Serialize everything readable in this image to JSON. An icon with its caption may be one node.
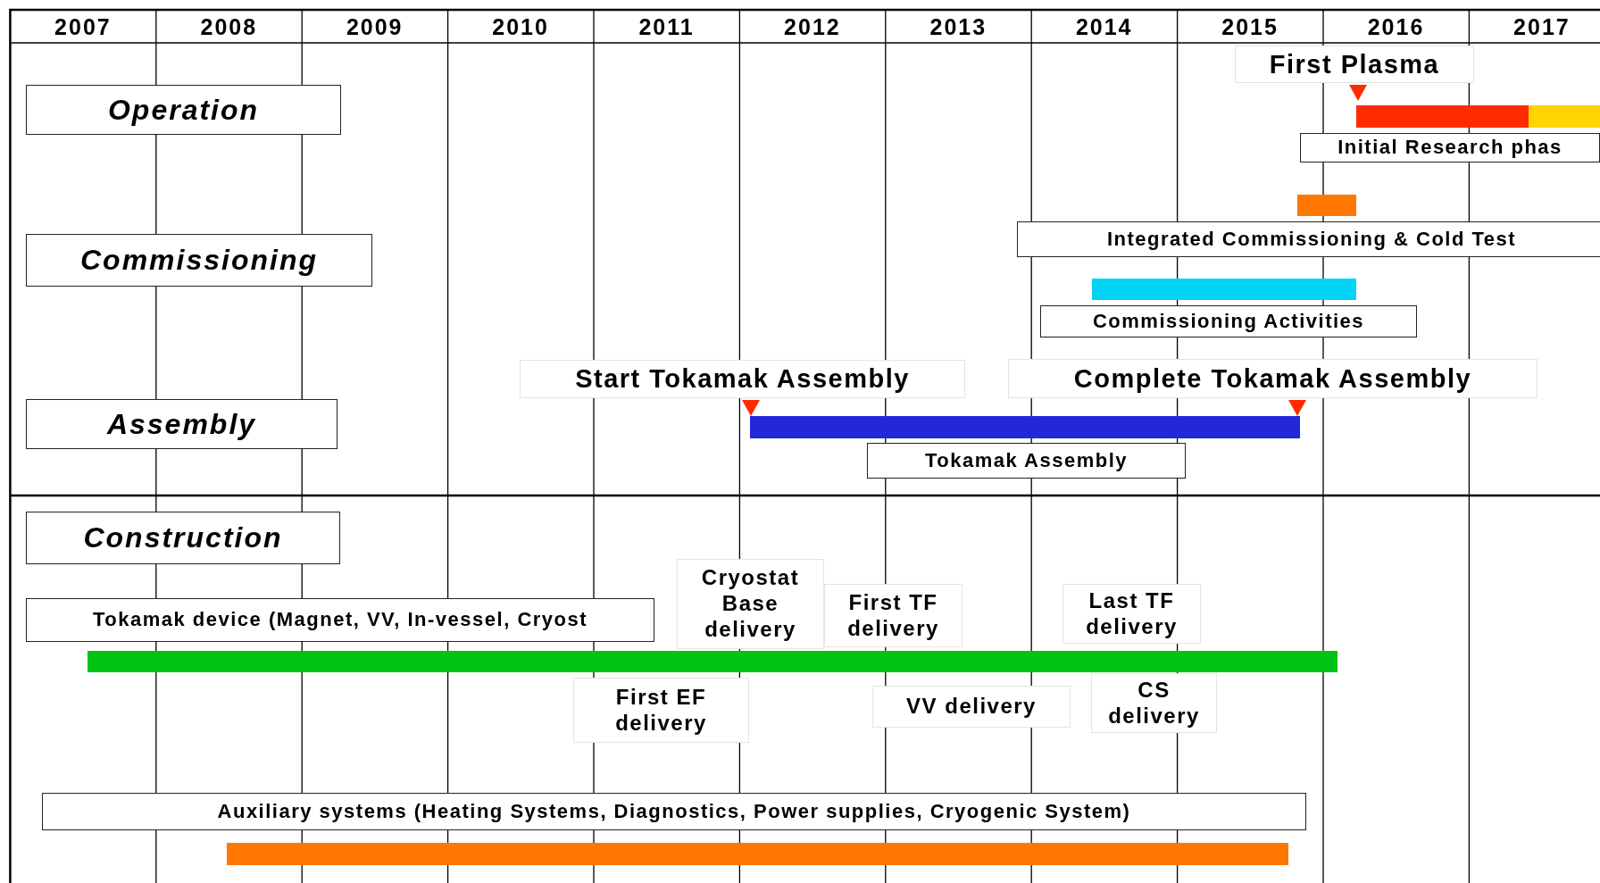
{
  "diagram": {
    "nodes": [
      {
        "text": [
          "Operation"
        ]
      },
      {
        "text": [
          "First Plasma"
        ]
      },
      {
        "text": [],
        "shape": "bar"
      },
      {
        "text": [],
        "shape": "bar"
      },
      {
        "text": [
          "Initial Research phas"
        ]
      },
      {
        "text": [
          "Commissioning"
        ]
      },
      {
        "text": [],
        "shape": "bar"
      },
      {
        "text": [
          "Integrated Commissioning & Cold Test"
        ]
      },
      {
        "text": [],
        "shape": "bar"
      },
      {
        "text": [
          "Commissioning Activities"
        ]
      },
      {
        "text": [
          "Start Tokamak Assembly"
        ]
      },
      {
        "text": [
          "Complete Tokamak Assembly"
        ]
      },
      {
        "text": [
          "Assembly"
        ]
      },
      {
        "text": [],
        "shape": "bar"
      },
      {
        "text": [
          "Tokamak Assembly"
        ]
      },
      {
        "text": [
          "Construction"
        ]
      },
      {
        "text": [
          "Tokamak device (Magnet, VV, In-vessel, Cryost"
        ]
      },
      {
        "text": [
          "Cryostat Base delivery"
        ]
      },
      {
        "text": [
          "First TF delivery"
        ]
      },
      {
        "text": [
          "Last TF delivery"
        ]
      },
      {
        "text": [],
        "shape": "bar"
      },
      {
        "text": [
          "First EF delivery"
        ]
      },
      {
        "text": [
          "VV delivery"
        ]
      },
      {
        "text": [
          "CS delivery"
        ]
      },
      {
        "text": [
          "Auxiliary systems (Heating Systems, Diagnostics, Power supplies, Cryogenic System)"
        ]
      },
      {
        "text": [],
        "shape": "bar"
      }
    ],
    "edges": [],
    "labels": [
      "2007",
      "2008",
      "2009",
      "2010",
      "2011",
      "2012",
      "2013",
      "2014",
      "2015",
      "2016",
      "2017"
    ]
  }
}
